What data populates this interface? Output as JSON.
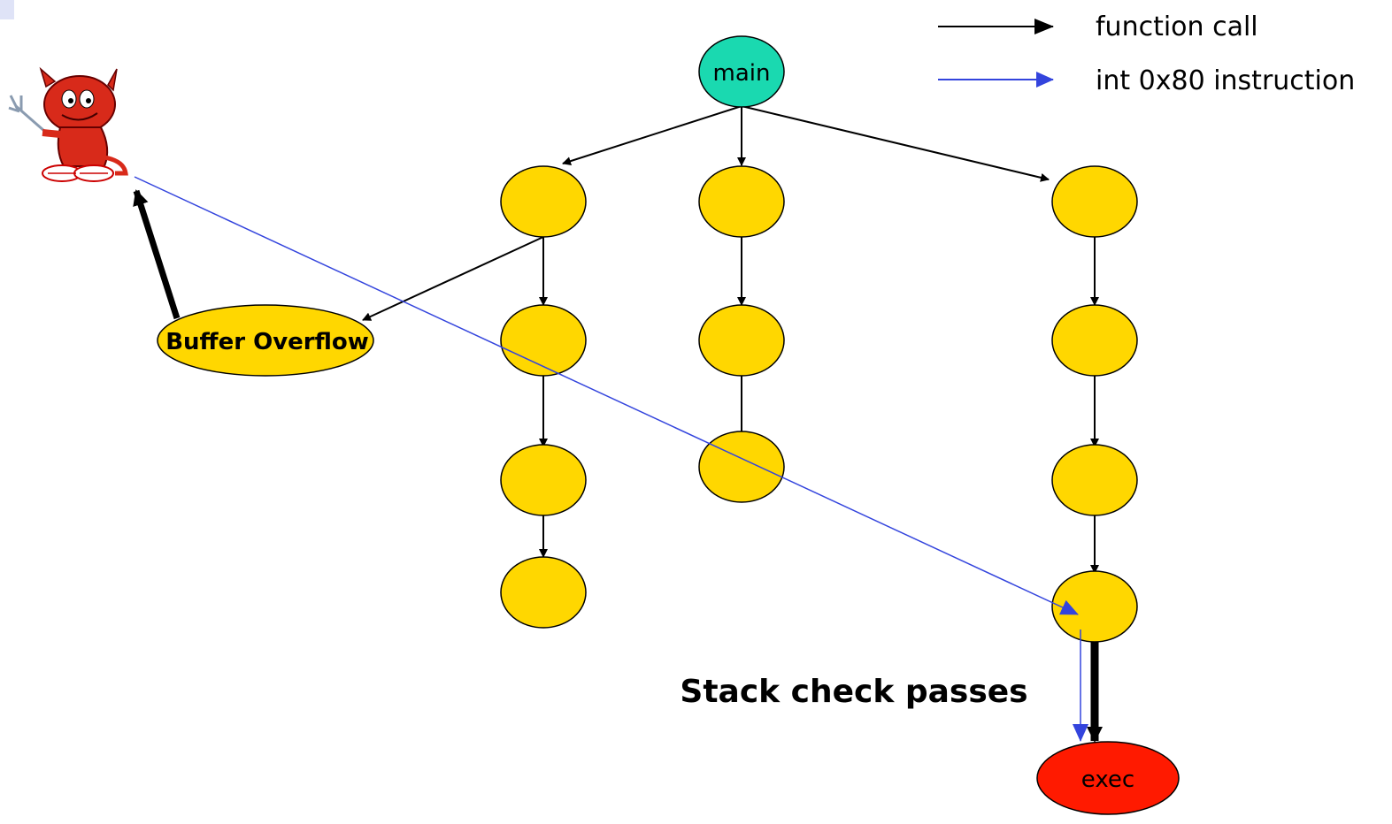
{
  "legend": {
    "function_call": "function call",
    "int80": "int 0x80 instruction"
  },
  "nodes": {
    "main": "main",
    "exec": "exec",
    "buffer_overflow": "Buffer Overflow"
  },
  "annotation": {
    "stack_check": "Stack check passes"
  },
  "colors": {
    "main_node": "#1ad9b0",
    "function_node": "#ffd700",
    "exec_node": "#ff1a00",
    "call_edge": "#000000",
    "int80_edge": "#3344dd",
    "daemon": "#d82a1a"
  }
}
